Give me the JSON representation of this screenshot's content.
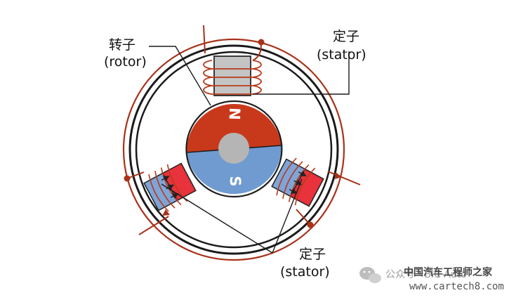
{
  "labels": {
    "rotor_cn": "转子",
    "rotor_en": "(rotor)",
    "stator_top_cn": "定子",
    "stator_top_en": "(stator)",
    "stator_bottom_cn": "定子",
    "stator_bottom_en": "(stator)",
    "north_pole": "N",
    "south_pole": "S"
  },
  "watermark": {
    "account": "公众号 · BIC Auto",
    "site_name": "中国汽车工程师之家",
    "url": "www.cartech8.com"
  },
  "colors": {
    "north": "#c8391b",
    "south": "#6f9bd0",
    "stator_gray": "#c4c4c4",
    "stator_blue": "#7fa4d6",
    "stator_red": "#e8323c",
    "coil": "#b83a1a",
    "wire": "#a8321a",
    "frame": "#1a1a1a",
    "shaft": "#b5b5b5"
  }
}
